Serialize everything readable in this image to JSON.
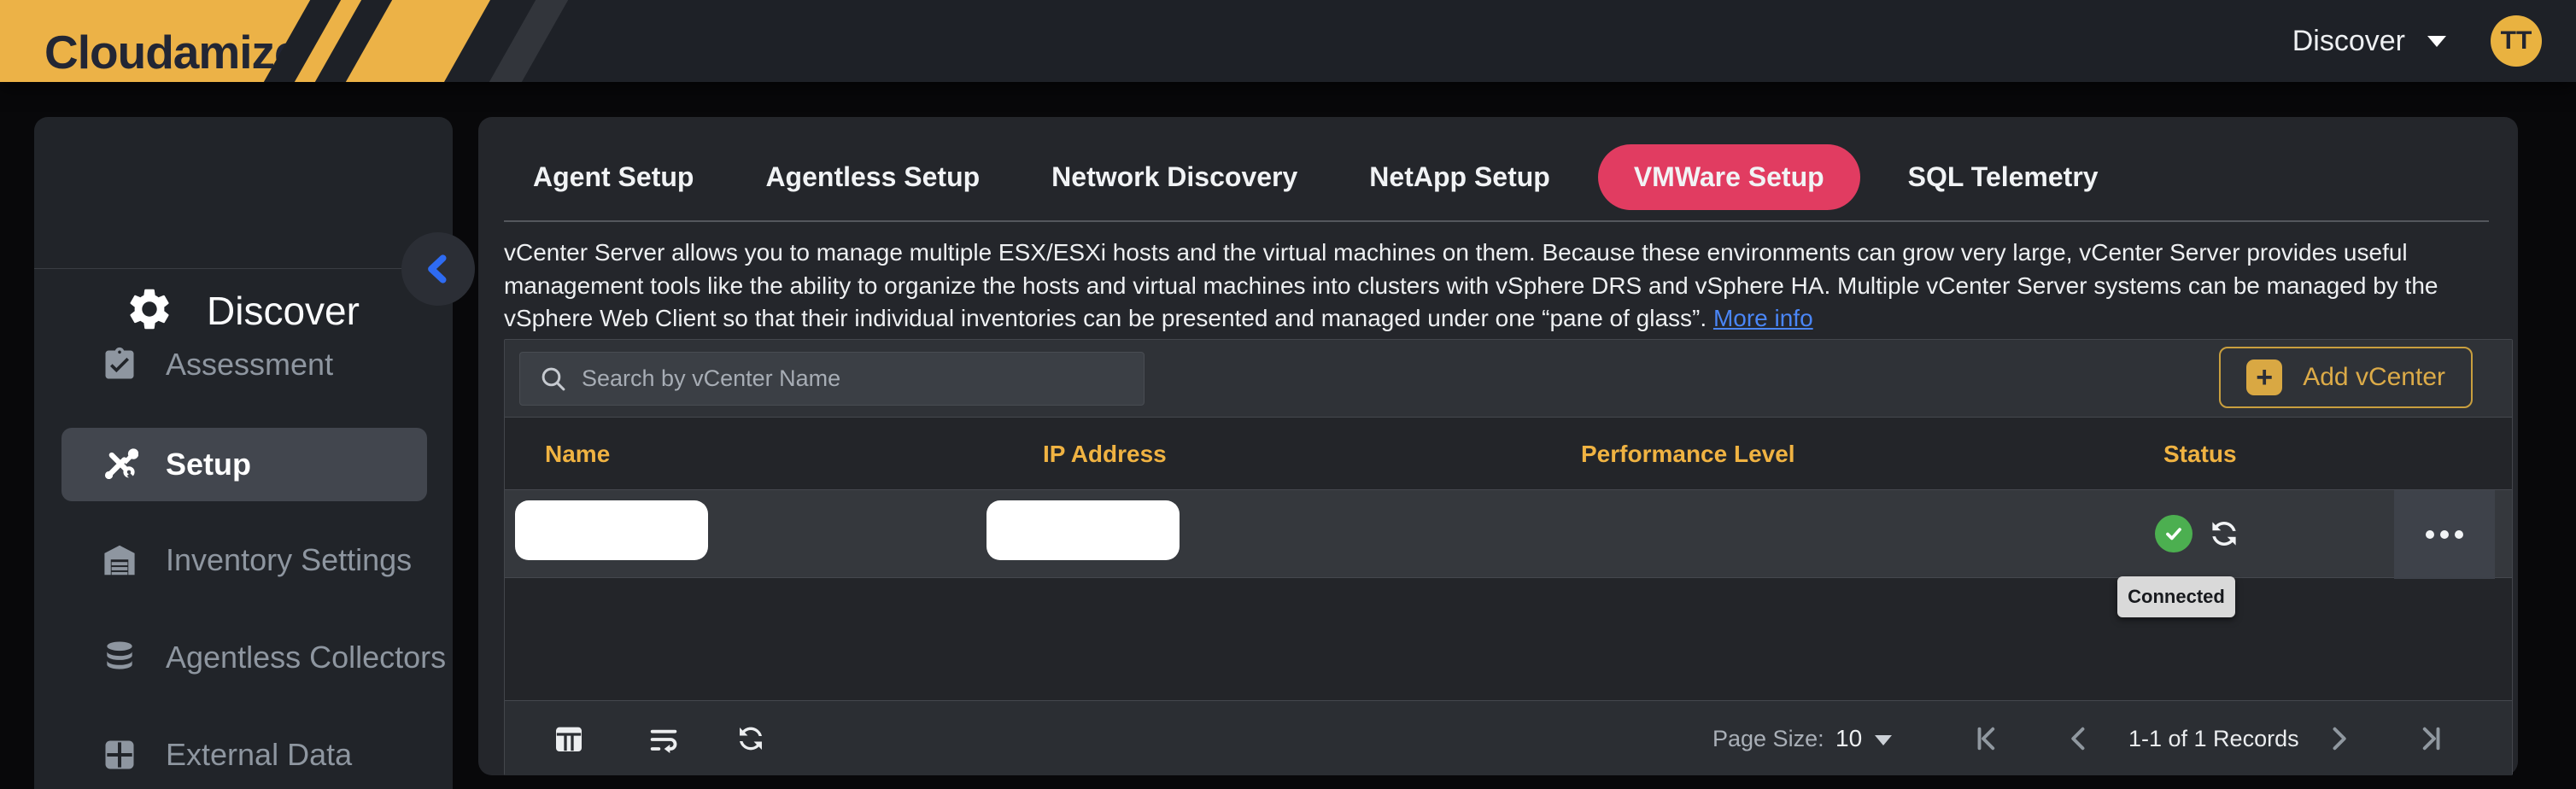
{
  "colors": {
    "brand_gold": "#ecb247",
    "accent_pink": "#e13c61",
    "table_header_gold": "#f0b342",
    "button_gold": "#d9a843",
    "link_blue": "#4a86f7",
    "chevron_blue": "#2e6bf2",
    "status_green": "#4caf50"
  },
  "topbar": {
    "brand": "Cloudamize",
    "trademark": "™",
    "app_switcher": "Discover",
    "avatar_initials": "TT"
  },
  "sidebar": {
    "title": "Discover",
    "items": [
      {
        "label": "Assessment",
        "icon": "clipboard-check-icon",
        "active": false
      },
      {
        "label": "Setup",
        "icon": "tools-icon",
        "active": true
      },
      {
        "label": "Inventory Settings",
        "icon": "warehouse-icon",
        "active": false
      },
      {
        "label": "Agentless Collectors",
        "icon": "database-icon",
        "active": false
      },
      {
        "label": "External Data",
        "icon": "table-grid-icon",
        "active": false
      }
    ]
  },
  "tabs": [
    {
      "label": "Agent Setup",
      "active": false
    },
    {
      "label": "Agentless Setup",
      "active": false
    },
    {
      "label": "Network Discovery",
      "active": false
    },
    {
      "label": "NetApp Setup",
      "active": false
    },
    {
      "label": "VMWare Setup",
      "active": true
    },
    {
      "label": "SQL Telemetry",
      "active": false
    }
  ],
  "vcenter_description": {
    "text": "vCenter Server allows you to manage multiple ESX/ESXi hosts and the virtual machines on them. Because these environments can grow very large, vCenter Server provides useful management tools like the ability to organize the hosts and virtual machines into clusters with vSphere DRS and vSphere HA. Multiple vCenter Server systems can be managed by the vSphere Web Client so that their individual inventories can be presented and managed under one “pane of glass”. ",
    "link_label": "More info"
  },
  "toolbar": {
    "search_placeholder": "Search by vCenter Name",
    "add_vcenter_label": "Add vCenter"
  },
  "vcenter_table": {
    "columns": [
      "Name",
      "IP Address",
      "Performance Level",
      "Status"
    ],
    "row": {
      "name_redacted": true,
      "ip_redacted": true,
      "performance_level": "",
      "status": "connected",
      "status_tooltip": "Connected"
    }
  },
  "pagination": {
    "page_size_label": "Page Size:",
    "page_size_value": "10",
    "records_text": "1-1 of 1 Records"
  }
}
